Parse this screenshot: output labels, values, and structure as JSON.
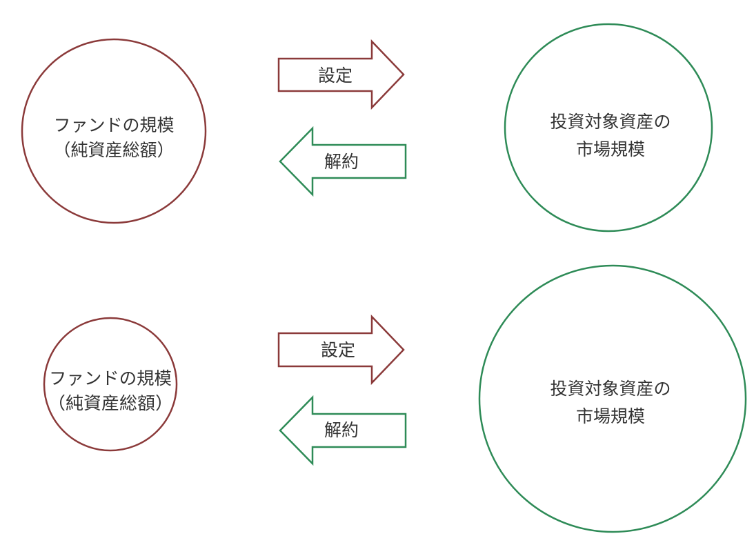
{
  "colors": {
    "fund": "#8b3a3a",
    "market": "#2e8b57",
    "text": "#333333"
  },
  "panels": [
    {
      "fund": {
        "line1": "ファンドの規模",
        "line2": "（純資産総額）"
      },
      "market": {
        "line1": "投資対象資産の",
        "line2": "市場規模"
      },
      "arrow_right": {
        "label": "設定"
      },
      "arrow_left": {
        "label": "解約"
      }
    },
    {
      "fund": {
        "line1": "ファンドの規模",
        "line2": "（純資産総額）"
      },
      "market": {
        "line1": "投資対象資産の",
        "line2": "市場規模"
      },
      "arrow_right": {
        "label": "設定"
      },
      "arrow_left": {
        "label": "解約"
      }
    }
  ]
}
